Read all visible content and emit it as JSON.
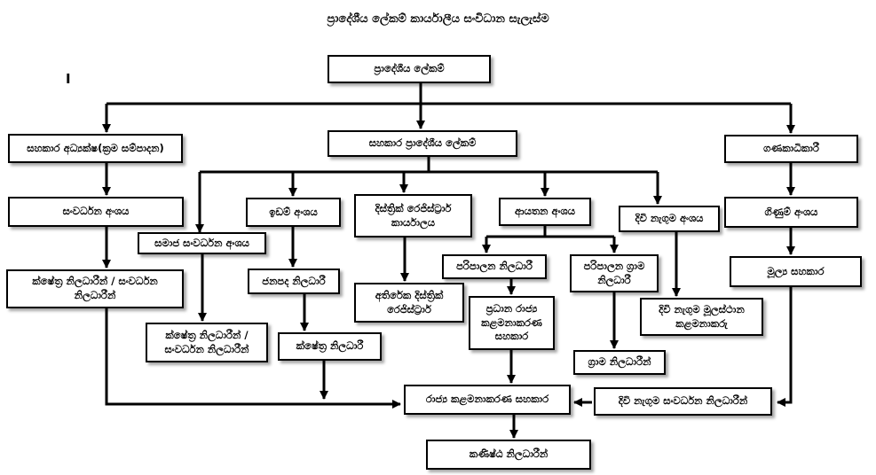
{
  "title": "ප්‍රාදේශීය ලේකම් කාර්යාලීය සංවිධාන සැලැස්ම",
  "cursor_mark": "I",
  "nodes": {
    "ds": "ප්‍රාදේශීය ලේකම්",
    "director": "සහකාර අධ්‍යක්ෂ(ක්‍රම සම්පාදන)",
    "ads": "සහකාර ප්‍රාදේශීය ලේකම්",
    "accountant": "ගණකාධිකාරී",
    "dev_div": "සංවර්ධන අංශය",
    "land_div": "ඉඩම් අංශය",
    "registrar": "දිස්ත්‍රික් රෙජිස්ට්‍රාර් කාර්යාලය",
    "admin_div": "ආයතන අංශය",
    "divineguma_div": "දිවි නැගුම අංශය",
    "accounts_div": "ගිණුම් අංශය",
    "social_div": "සමාජ සංවර්ධන අංශය",
    "field_dev_officers": "ක්ෂේත්‍ර නිලධාරීන් / සංවර්ධන නිලධාරීන්",
    "colonization_officer": "ජනපද නිලධාරී",
    "add_registrar": "අතිරේක දිස්ත්‍රික් රෙජිස්ට්‍රාර්",
    "admin_officer": "පරිපාලන නිලධාරී",
    "admin_gn": "පරිපාලන ග්‍රාම නිලධාරී",
    "chief_mgmt_asst": "ප්‍රධාන රාජ්‍ය කළමනාකරණ සහකාර",
    "divineguma_hq_mgr": "දිවි නැගුම මූලස්ථාන කළමනාකරු",
    "chief_clerk": "මූල්‍ය සහකාර",
    "field_dev_officers_2": "ක්ෂේත්‍ර නිලධාරීන් / සංවර්ධන නිලධාරීන්",
    "field_officer": "ක්ෂේත්‍ර නිලධාරී",
    "gn_officers": "ග්‍රාම නිලධාරීන්",
    "mgmt_asst": "රාජ්‍ය කළමනාකරණ සහකාර",
    "divineguma_dev_officers": "දිවි නැගුම සංවර්ධන නිලධාරීන්",
    "junior_officers": "කණිෂ්ඨ නිලධාරීන්"
  }
}
